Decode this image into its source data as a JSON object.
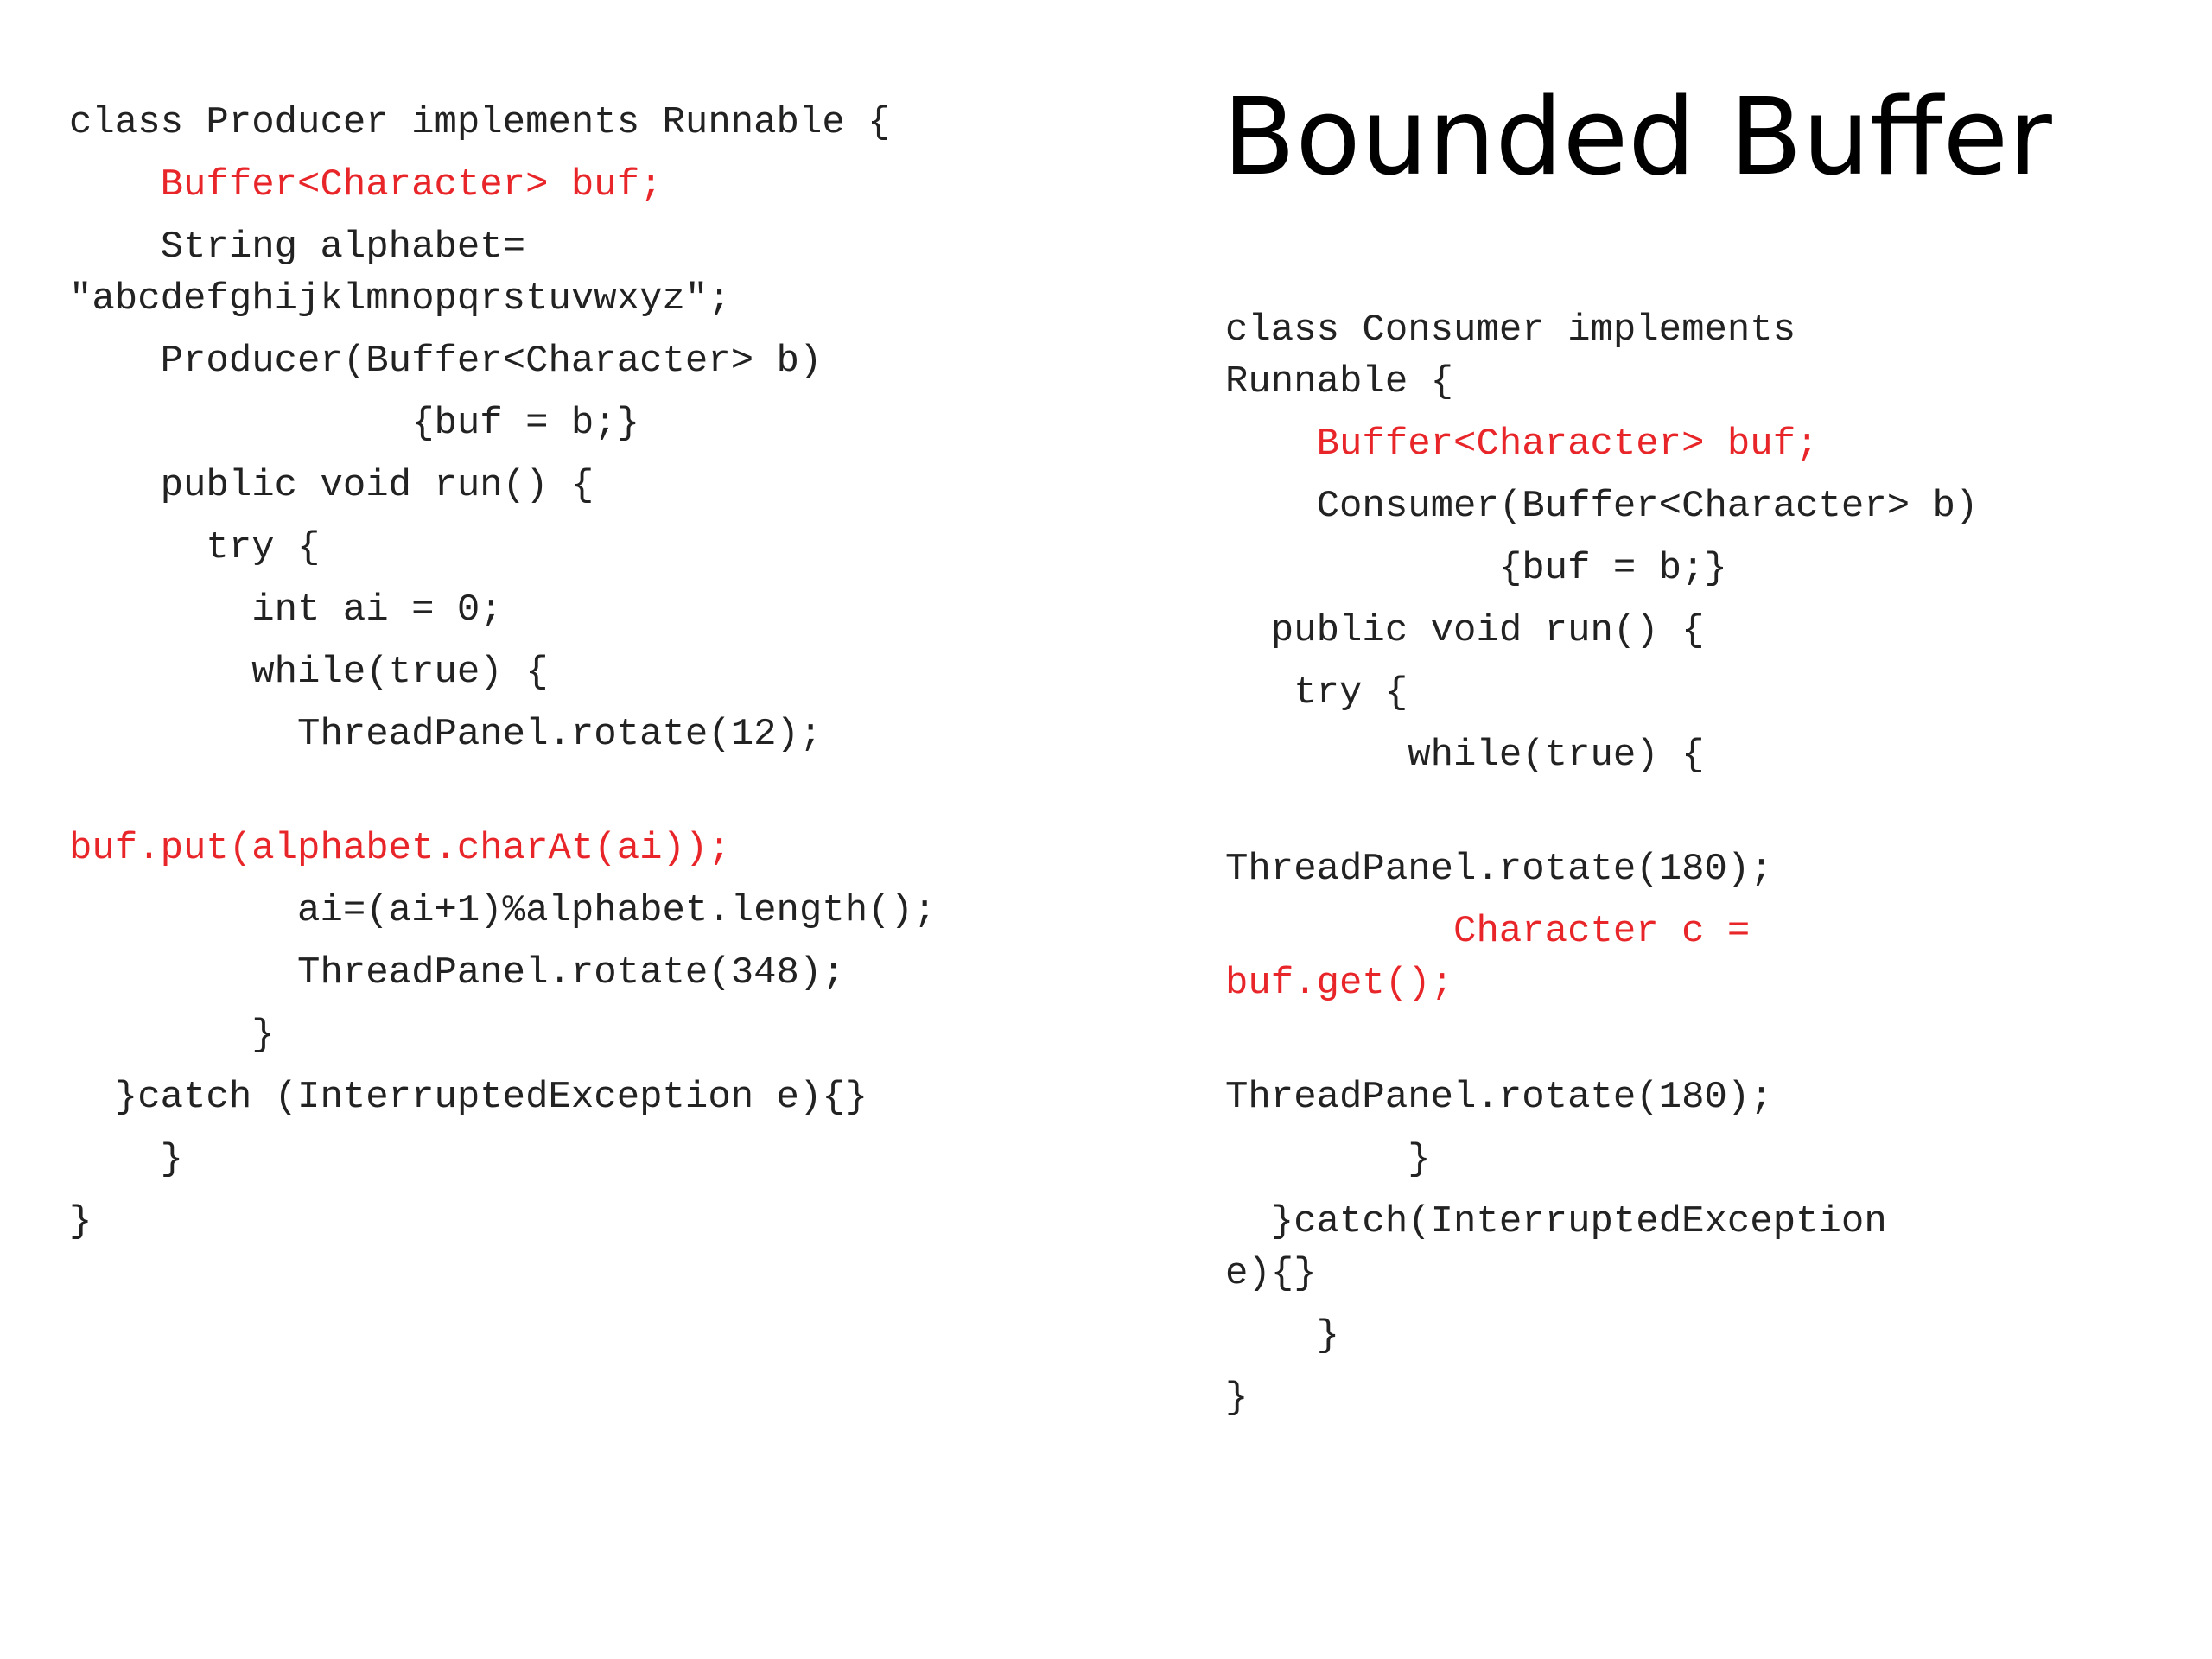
{
  "title": "Bounded Buffer",
  "colors": {
    "highlight": "#e8262a",
    "code": "#222222",
    "background": "#ffffff"
  },
  "producer": {
    "lines": [
      "class Producer implements Runnable {",
      "    Buffer<Character> buf;",
      "    String alphabet=",
      "\"abcdefghijklmnopqrstuvwxyz\";",
      "    Producer(Buffer<Character> b)",
      "               {buf = b;}",
      "    public void run() {",
      "      try {",
      "        int ai = 0;",
      "        while(true) {",
      "          ThreadPanel.rotate(12);",
      "buf.put(alphabet.charAt(ai));",
      "          ai=(ai+1)%alphabet.length();",
      "          ThreadPanel.rotate(348);",
      "        }",
      "  }catch (InterruptedException e){}",
      "    }",
      "}"
    ]
  },
  "consumer": {
    "lines": [
      "class Consumer implements",
      "Runnable {",
      "    Buffer<Character> buf;",
      "    Consumer(Buffer<Character> b)",
      "            {buf = b;}",
      "  public void run() {",
      "   try {",
      "        while(true) {",
      "ThreadPanel.rotate(180);",
      "          Character c =",
      "buf.get();",
      "ThreadPanel.rotate(180);",
      "        }",
      "  }catch(InterruptedException",
      "e){}",
      "    }",
      "}"
    ]
  }
}
